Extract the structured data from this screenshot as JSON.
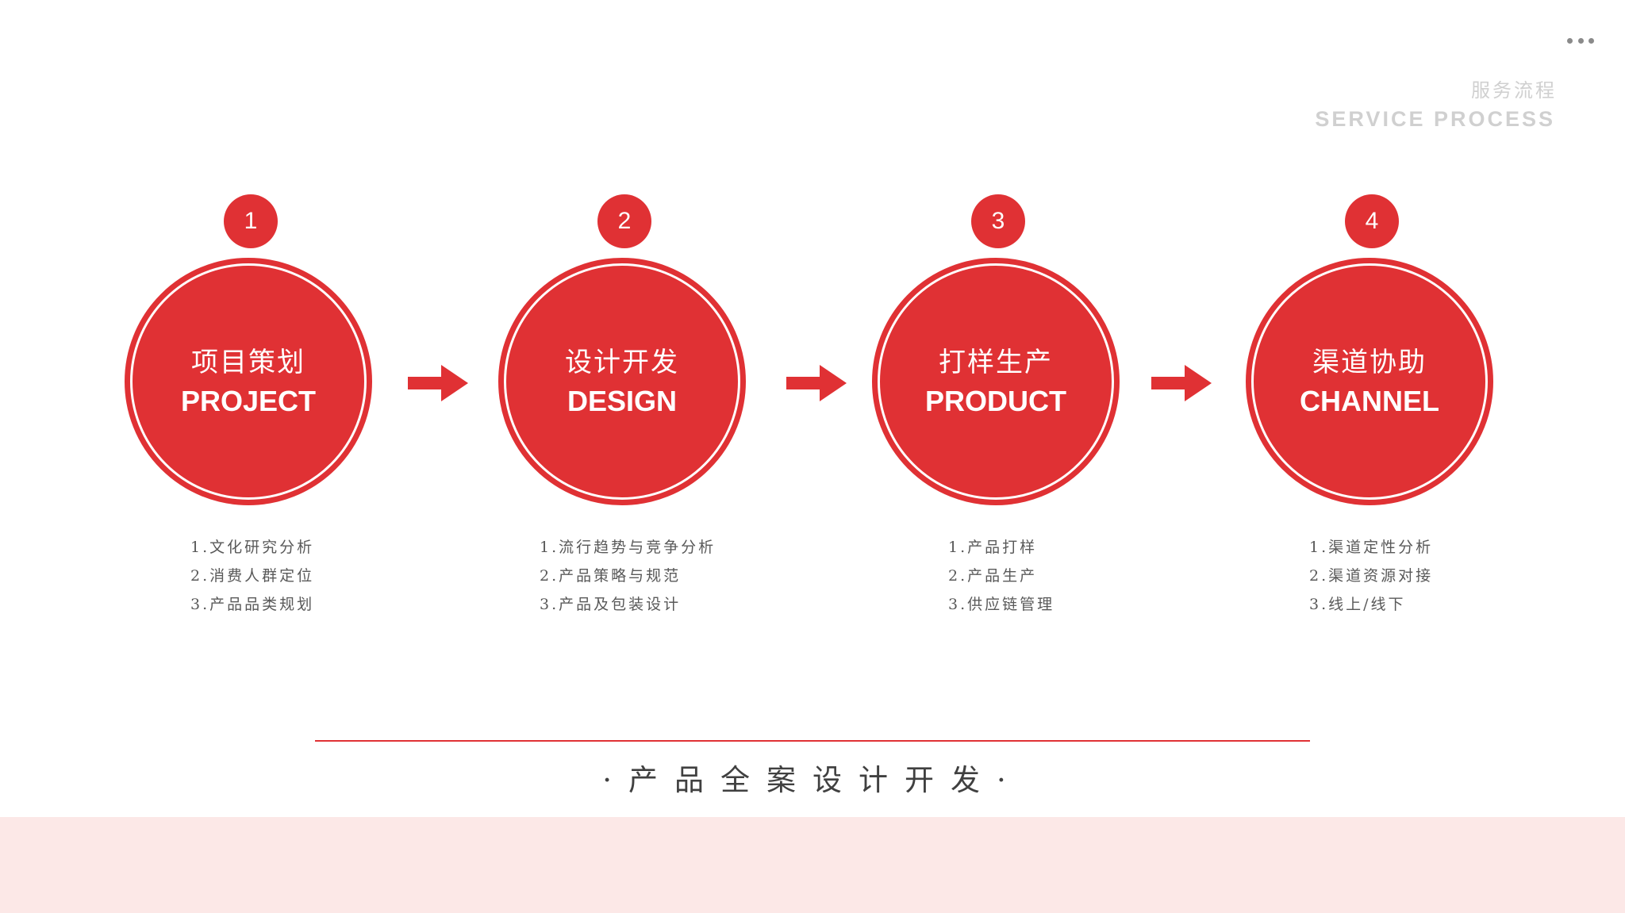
{
  "heading": {
    "cn": "服务流程",
    "en": "SERVICE PROCESS"
  },
  "steps": [
    {
      "num": "1",
      "title_cn": "项目策划",
      "title_en": "PROJECT",
      "items": [
        "1.文化研究分析",
        "2.消费人群定位",
        "3.产品品类规划"
      ]
    },
    {
      "num": "2",
      "title_cn": "设计开发",
      "title_en": "DESIGN",
      "items": [
        "1.流行趋势与竞争分析",
        "2.产品策略与规范",
        "3.产品及包装设计"
      ]
    },
    {
      "num": "3",
      "title_cn": "打样生产",
      "title_en": "PRODUCT",
      "items": [
        "1.产品打样",
        "2.产品生产",
        "3.供应链管理"
      ]
    },
    {
      "num": "4",
      "title_cn": "渠道协助",
      "title_en": "CHANNEL",
      "items": [
        "1.渠道定性分析",
        "2.渠道资源对接",
        "3.线上/线下"
      ]
    }
  ],
  "tagline": "·产品全案设计开发·",
  "colors": {
    "accent": "#e03134",
    "band": "#fce8e7",
    "heading": "#d0d0d0",
    "body_text": "#595959"
  },
  "icons": [
    "more-dots-icon",
    "arrow-right-icon"
  ]
}
